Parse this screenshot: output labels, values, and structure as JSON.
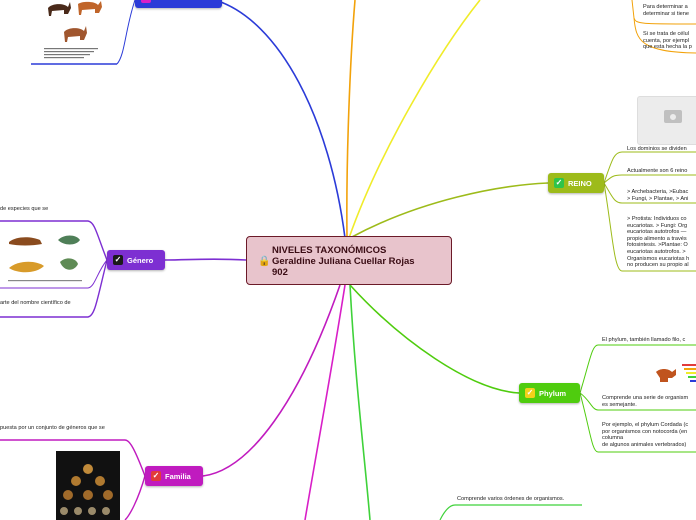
{
  "center": {
    "title": "NIVELES TAXONÓMICOS\nGeraldine Juliana Cuellar Rojas\n902",
    "lock_icon": "lock-icon"
  },
  "colors": {
    "reino": "#9dbb1a",
    "phylum": "#4fcc0e",
    "genero": "#7d2fd2",
    "familia": "#c01bbf",
    "especie": "#2b3bd8",
    "yellow_branch": "#f0ec2a",
    "orange_branch": "#f2a20a",
    "magenta_branch": "#d81fc7",
    "green_branch": "#3fd23a",
    "center_fill": "#e8c4cc",
    "center_border": "#6b1a28"
  },
  "branches": {
    "reino": {
      "label": "REINO",
      "texts": [
        "Los dominios se dividen",
        "Actualmente son 6 reino",
        "> Archebacteria, >Eubac\n> Fungi, > Plantae, > Ani",
        "> Protista: Individuos co\neucariotas. > Fungi: Org\neucariotas autotrofos —\npropio alimento a través\nfotosintesis. >Plantae: O\neucariotas autotrofos. >\nOrganismos eucariotas h\nno producen su propio al"
      ]
    },
    "phylum": {
      "label": "Phylum",
      "texts": [
        "El phylum, también llamado filo, c",
        "Comprende una serie de organism\nes semejante.",
        "Por ejemplo, el phylum Cordada (c\npor organismos con notocorda (en\ncolumna\nde algunos animales vertebrados)"
      ]
    },
    "genero": {
      "label": "Género",
      "texts": [
        "de especies que se",
        "arte del nombre científico de"
      ]
    },
    "familia": {
      "label": "Familia",
      "texts": [
        "puesta por un conjunto de géneros que se"
      ]
    },
    "top_right": {
      "texts": [
        "Para determinar a\ndeterminar si tiene",
        "Si se trata de célul\ncuenta, por ejempl\nque esta hecha la p"
      ]
    },
    "bottom": {
      "texts": [
        "Comprende varios órdenes de organismos."
      ]
    }
  }
}
